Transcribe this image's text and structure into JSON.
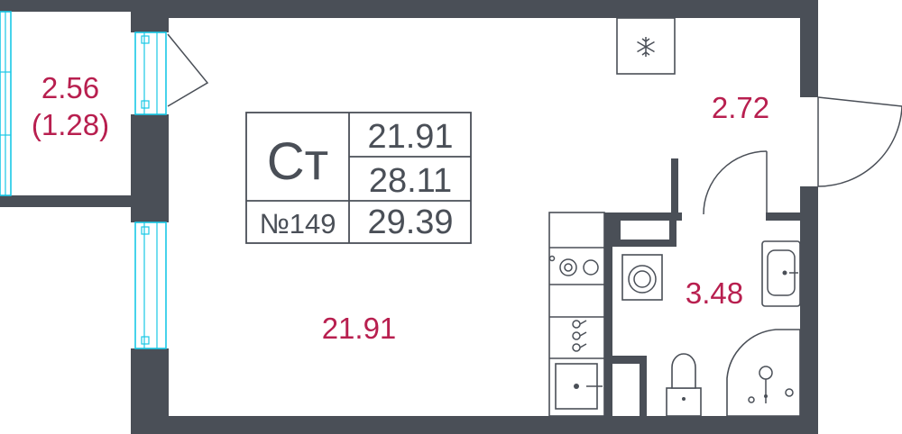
{
  "plan": {
    "type_label": "Ст",
    "apartment_number": "№149",
    "living_area": "21.91",
    "total_area": "28.11",
    "total_area_with_balcony": "29.39"
  },
  "rooms": {
    "balcony_area": "2.56",
    "balcony_reduced_area": "(1.28)",
    "hall_area": "2.72",
    "bathroom_area": "3.48",
    "living_room_area": "21.91"
  },
  "icons": {
    "fridge": "snowflake-icon",
    "washer": "washing-machine-icon",
    "stove": "stove-icon",
    "toilet": "toilet-icon"
  },
  "colors": {
    "wall": "#4a4f57",
    "area_label": "#b81f4f",
    "window": "#19c8e6"
  }
}
